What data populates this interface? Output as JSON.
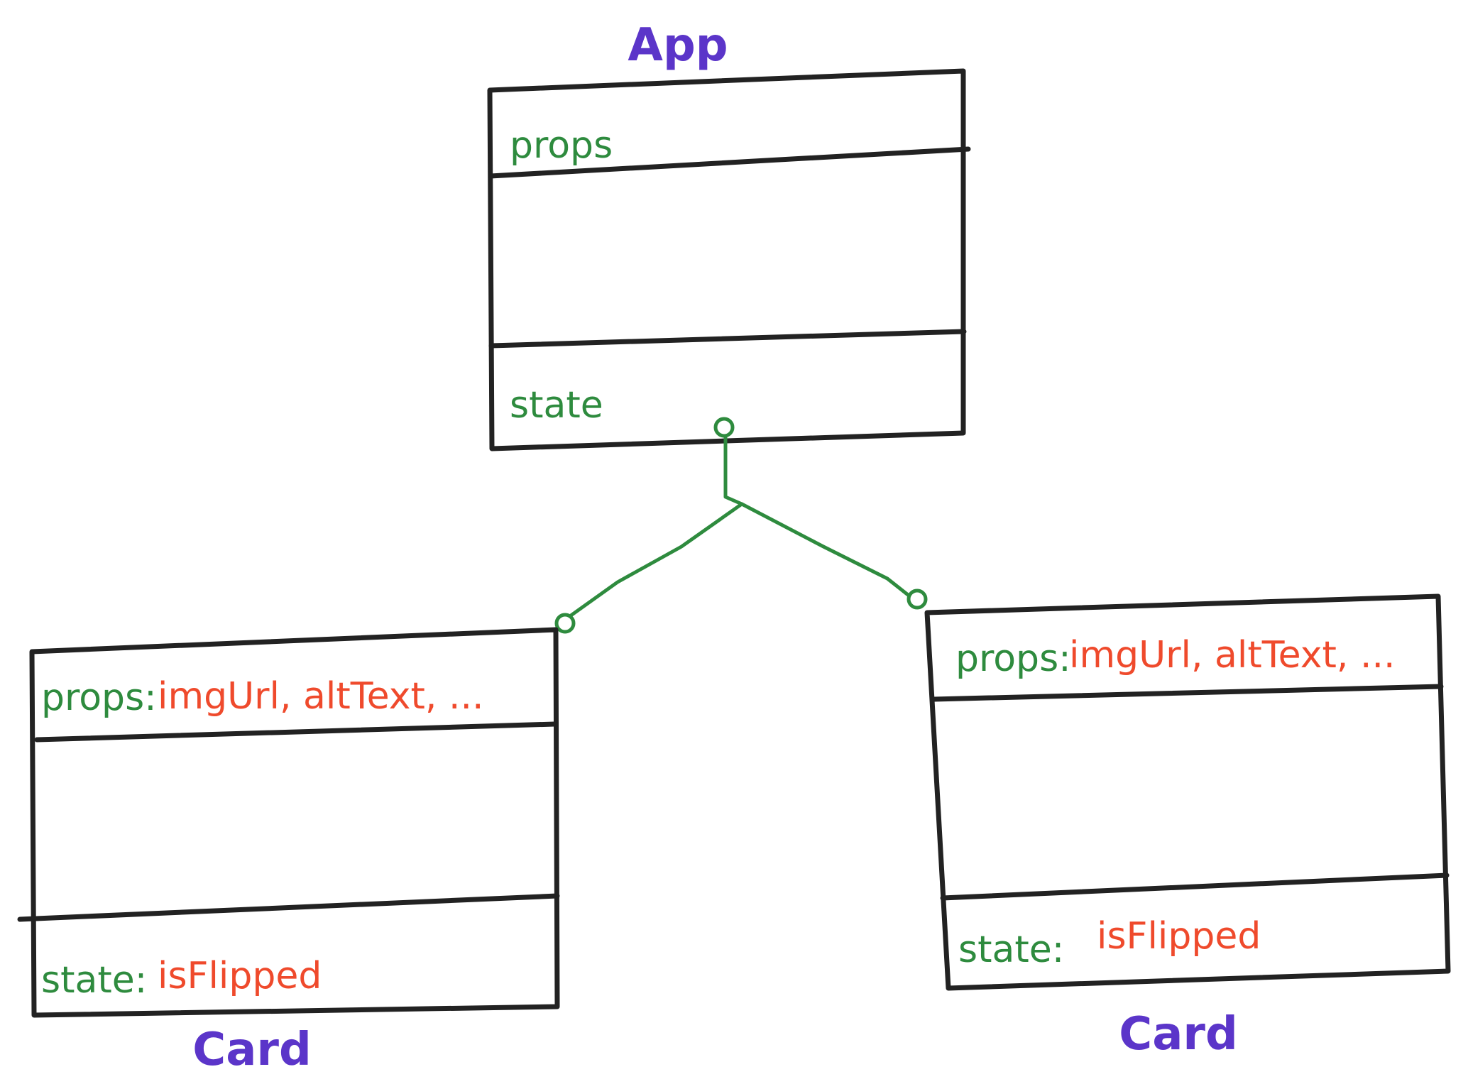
{
  "colors": {
    "ink": "#222222",
    "title": "#5b35c9",
    "keyword": "#2e8b3e",
    "value": "#ef4a2c",
    "connector": "#2e8b3e"
  },
  "app": {
    "name": "App",
    "props_label": "props",
    "state_label": "state"
  },
  "cards": [
    {
      "name": "Card",
      "props_label": "props:",
      "props_value": "imgUrl, altText, ...",
      "state_label": "state:",
      "state_value": "isFlipped"
    },
    {
      "name": "Card",
      "props_label": "props:",
      "props_value": "imgUrl, altText, ...",
      "state_label": "state:",
      "state_value": "isFlipped"
    }
  ]
}
